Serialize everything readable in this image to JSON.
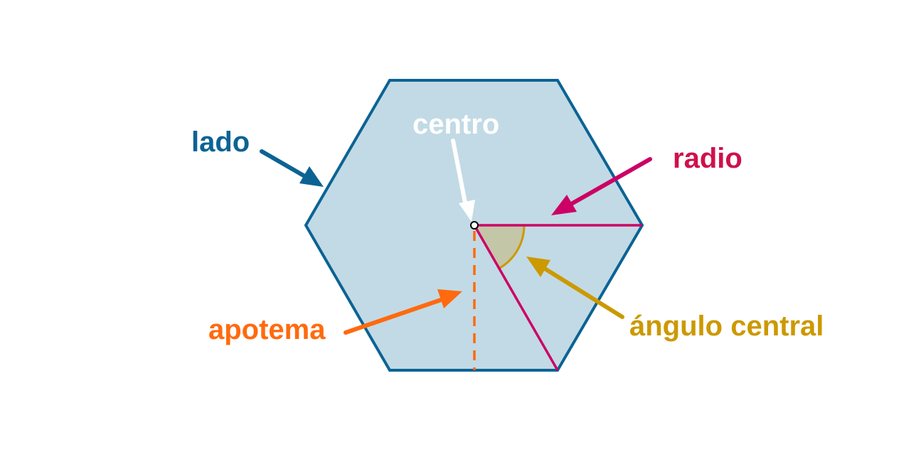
{
  "labels": {
    "side": "lado",
    "center": "centro",
    "radius": "radio",
    "apothem": "apotema",
    "central_angle": "ángulo central"
  },
  "colors": {
    "hexagon_fill": "#c2dae5",
    "hexagon_stroke": "#0b6394",
    "side": "#0b6394",
    "center": "#ffffff",
    "radius": "#cc0066",
    "radius_label": "#d0104c",
    "apothem": "#ff6a0e",
    "central_angle": "#cc9900",
    "angle_fill": "#c4c6a8"
  }
}
